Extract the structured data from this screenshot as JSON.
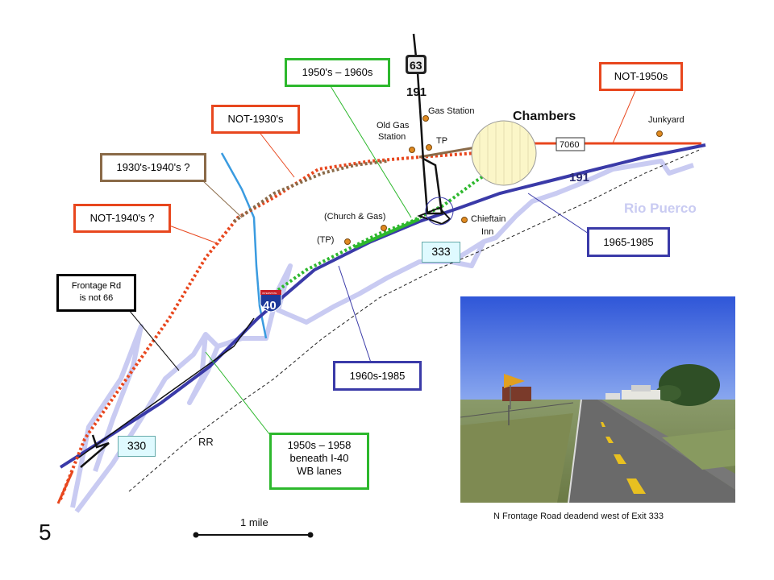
{
  "labels": {
    "town": "Chambers",
    "river": "Rio Puerco",
    "junkyard": "Junkyard",
    "gas_station": "Gas Station",
    "old_gas_line1": "Old Gas",
    "old_gas_line2": "Station",
    "tp_north": "TP",
    "tp_south": "(TP)",
    "church_gas": "(Church & Gas)",
    "chieftain_line1": "Chieftain",
    "chieftain_line2": "Inn",
    "rr": "RR",
    "route_191_top": "191",
    "route_191_hwy": "191",
    "shield_63": "63",
    "shield_i40": "40",
    "shield_i40_top": "INTERSTATE",
    "road_7060": "7060"
  },
  "callouts": {
    "not_1950s": "NOT-1950s",
    "era_1950s_1960s": "1950's – 1960s",
    "not_1930s": "NOT-1930's",
    "era_1930s_1940s": "1930's-1940's ?",
    "not_1940s": "NOT-1940's ?",
    "frontage_line1": "Frontage Rd",
    "frontage_line2": "is not 66",
    "era_1965_1985": "1965-1985",
    "era_1960s_1985": "1960s-1985",
    "era_1950s_1958_line1": "1950s – 1958",
    "era_1950s_1958_line2": "beneath I-40",
    "era_1950s_1958_line3": "WB lanes"
  },
  "exits": {
    "exit_333": "333",
    "exit_330": "330"
  },
  "scale": {
    "label": "1 mile"
  },
  "page_number": "5",
  "photo_caption": "N Frontage Road deadend west of Exit 333",
  "colors": {
    "not_route": "#e8471e",
    "era_green": "#2db82d",
    "interstate_blue": "#3a3aa8",
    "era_brown": "#8a6a48",
    "river": "#c9cbf2",
    "creek": "#3a9be0"
  }
}
